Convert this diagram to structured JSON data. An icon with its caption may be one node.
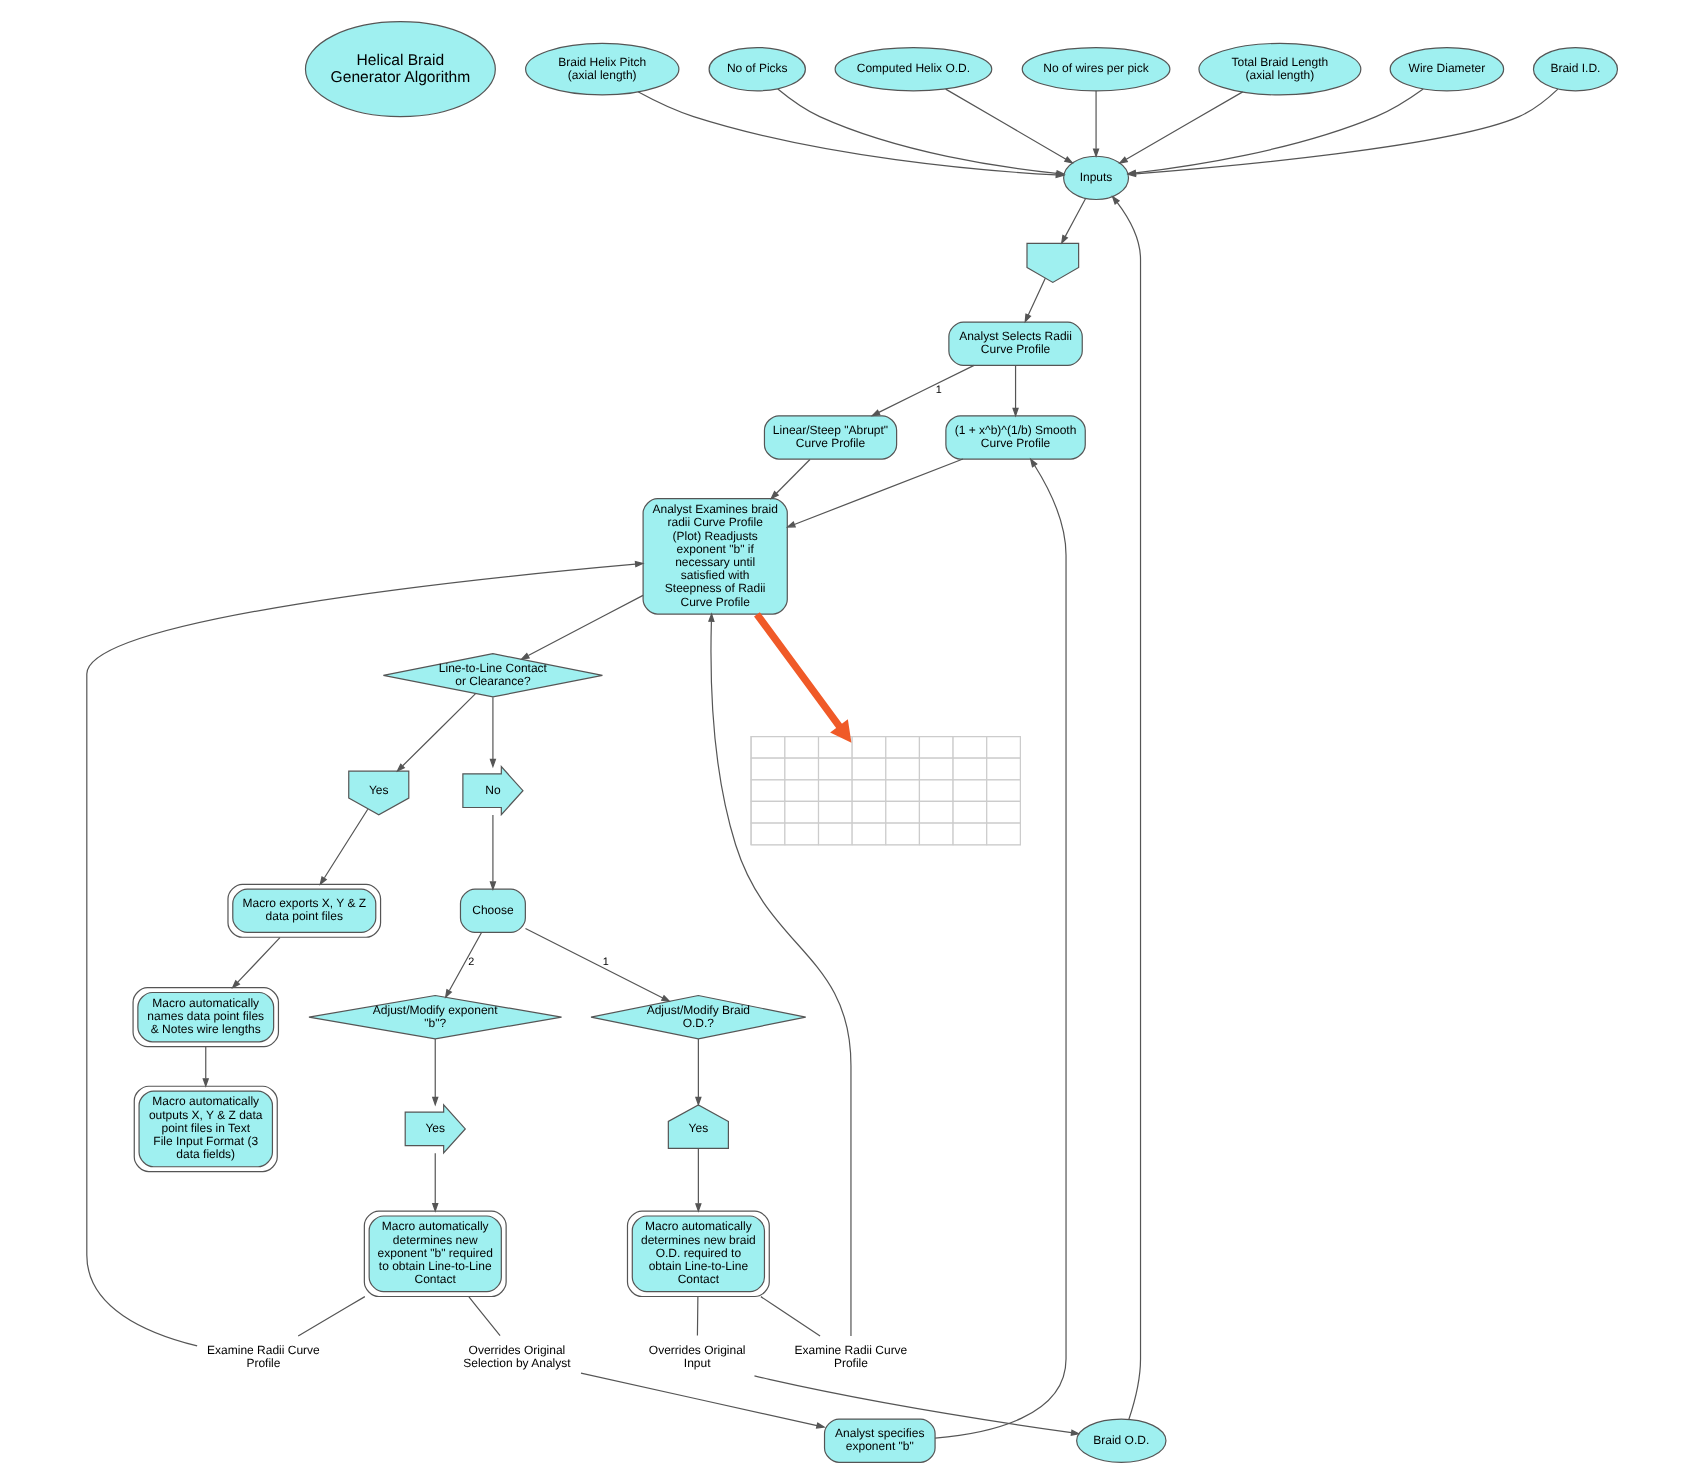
{
  "diagram": {
    "nodes": [
      {
        "text": [
          "Helical Braid Generator Algorithm"
        ]
      },
      {
        "text": [
          "Braid Helix Pitch (axial length)"
        ]
      },
      {
        "text": [
          "No of Picks"
        ]
      },
      {
        "text": [
          "Computed Helix O.D."
        ]
      },
      {
        "text": [
          "No of wires per pick"
        ]
      },
      {
        "text": [
          "Braid O.D."
        ]
      },
      {
        "text": [
          "Total Braid Length (axial length)"
        ]
      },
      {
        "text": [
          "Wire Diameter"
        ]
      },
      {
        "text": [
          "Braid I.D."
        ]
      },
      {
        "text": [
          "Inputs"
        ]
      },
      {
        "text": [
          "Overrides Original Input"
        ]
      },
      {
        "text": [
          "Overrides Original Selection by Analyst"
        ]
      },
      {
        "text": [],
        "shape": "arrow"
      },
      {
        "text": [
          "Analyst Selects Radii Curve Profile"
        ]
      },
      {
        "text": [
          "Analyst specifies exponent \"b\""
        ]
      },
      {
        "text": [
          "(1 + x^b)^(1/b) Smooth Curve Profile"
        ]
      },
      {
        "text": [
          "Examine Radii Curve Profile"
        ]
      },
      {
        "text": [
          "Linear/Steep \"Abrupt\" Curve Profile"
        ]
      },
      {
        "text": [
          "Macro automatically determines new braid O.D. required to obtain Line-to-Line Contact"
        ]
      },
      {
        "text": [
          "Examine Radii Curve Profile"
        ]
      },
      {
        "text": [
          "Analyst Examines braid radii Curve Profile (Plot) Readjusts exponent \"b\" if necessary until satisfied with Steepness of Radii Curve Profile"
        ]
      },
      {
        "text": [],
        "shape": "picture"
      },
      {
        "text": [
          "Yes"
        ]
      },
      {
        "text": [
          "Adjust/Modify Braid O.D.?"
        ]
      },
      {
        "text": [
          "Line-to-Line Contact or Clearance?"
        ]
      },
      {
        "text": [
          "No"
        ]
      },
      {
        "text": [
          "Choose"
        ]
      },
      {
        "text": [
          "Adjust/Modify exponent \"b\"?"
        ]
      },
      {
        "text": [
          "Yes"
        ]
      },
      {
        "text": [
          "Macro automatically determines new exponent \"b\" required to obtain Line-to-Line Contact"
        ]
      },
      {
        "text": [
          "Yes"
        ]
      },
      {
        "text": [
          "Macro exports X, Y & Z data point files"
        ]
      },
      {
        "text": [
          "Macro automatically names data point files & Notes wire lengths"
        ]
      },
      {
        "text": [
          "Macro automatically outputs X, Y & Z data point files in Text File Input Format (3 data fields)"
        ]
      }
    ],
    "edges": [
      {
        "from": 1,
        "to": 9,
        "arrow": "to"
      },
      {
        "from": 2,
        "to": 9,
        "arrow": "to"
      },
      {
        "from": 3,
        "to": 9,
        "arrow": "to"
      },
      {
        "from": 4,
        "to": 9,
        "arrow": "to"
      },
      {
        "from": 5,
        "to": 9,
        "arrow": "to"
      },
      {
        "from": 6,
        "to": 9,
        "arrow": "to"
      },
      {
        "from": 7,
        "to": 9,
        "arrow": "to"
      },
      {
        "from": 8,
        "to": 9,
        "arrow": "to"
      },
      {
        "from": 10,
        "to": 5,
        "arrow": "to"
      },
      {
        "from": 18,
        "to": 10,
        "arrow": "none"
      },
      {
        "from": 11,
        "to": 14,
        "arrow": "to"
      },
      {
        "from": 29,
        "to": 11,
        "arrow": "none"
      },
      {
        "from": 9,
        "to": 12,
        "arrow": "to"
      },
      {
        "from": 12,
        "to": 13,
        "arrow": "to"
      },
      {
        "from": 13,
        "to": 15,
        "arrow": "to"
      },
      {
        "from": 14,
        "to": 15,
        "arrow": "to"
      },
      {
        "from": 13,
        "to": 17,
        "arrow": "to",
        "label": "1"
      },
      {
        "from": 15,
        "to": 20,
        "arrow": "to"
      },
      {
        "from": 17,
        "to": 20,
        "arrow": "to"
      },
      {
        "from": 16,
        "to": 20,
        "arrow": "to"
      },
      {
        "from": 29,
        "to": 16,
        "arrow": "none"
      },
      {
        "from": 19,
        "to": 20,
        "arrow": "to"
      },
      {
        "from": 18,
        "to": 19,
        "arrow": "none"
      },
      {
        "from": 20,
        "to": 21,
        "arrow": "to",
        "style": "thick",
        "color": "#f05a28"
      },
      {
        "from": 20,
        "to": 24,
        "arrow": "to"
      },
      {
        "from": 24,
        "to": 25,
        "arrow": "to"
      },
      {
        "from": 25,
        "to": 26,
        "arrow": "to"
      },
      {
        "from": 26,
        "to": 23,
        "arrow": "to",
        "label": "1"
      },
      {
        "from": 26,
        "to": 27,
        "arrow": "to",
        "label": "2"
      },
      {
        "from": 23,
        "to": 22,
        "arrow": "to"
      },
      {
        "from": 22,
        "to": 18,
        "arrow": "to"
      },
      {
        "from": 27,
        "to": 28,
        "arrow": "to"
      },
      {
        "from": 28,
        "to": 29,
        "arrow": "to"
      },
      {
        "from": 24,
        "to": 30,
        "arrow": "to"
      },
      {
        "from": 30,
        "to": 31,
        "arrow": "to"
      },
      {
        "from": 31,
        "to": 32,
        "arrow": "to"
      },
      {
        "from": 32,
        "to": 33,
        "arrow": "to"
      }
    ]
  }
}
